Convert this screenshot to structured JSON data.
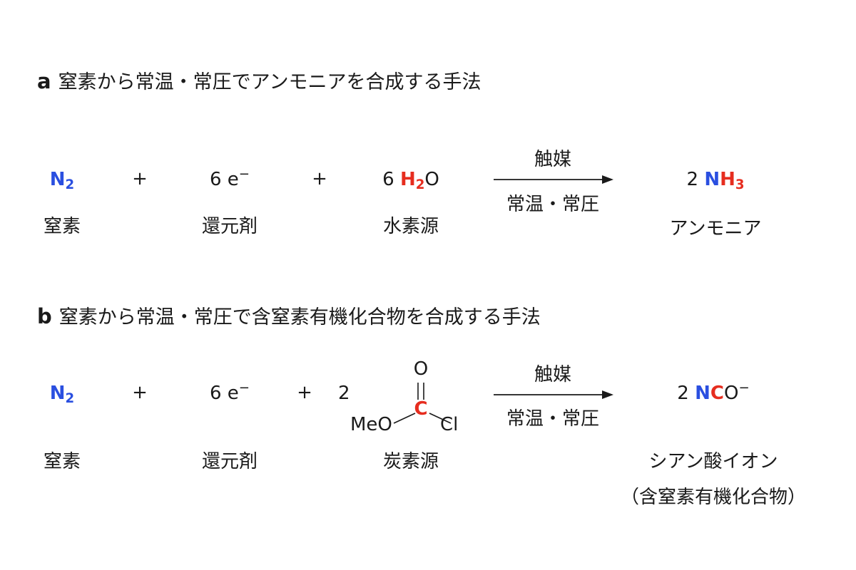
{
  "colors": {
    "nitrogen": "#2a4fe0",
    "highlight": "#e62d1f",
    "text": "#1a1a1a"
  },
  "panel_a": {
    "letter": "a",
    "title": "窒素から常温・常圧でアンモニアを合成する手法",
    "n2_coef": "",
    "n2_main": "N",
    "n2_sub": "2",
    "n2_label": "窒素",
    "plus": "+",
    "electron_coef": "6 e",
    "electron_sup": "−",
    "electron_label": "還元剤",
    "water_coef": "6",
    "water_h": "H",
    "water_sub": "2",
    "water_o": "O",
    "water_label": "水素源",
    "arrow_top": "触媒",
    "arrow_bottom": "常温・常圧",
    "product_coef": "2",
    "product_n": "N",
    "product_h": "H",
    "product_sub": "3",
    "product_label": "アンモニア"
  },
  "panel_b": {
    "letter": "b",
    "title": "窒素から常温・常圧で含窒素有機化合物を合成する手法",
    "n2_main": "N",
    "n2_sub": "2",
    "n2_label": "窒素",
    "plus": "+",
    "electron_coef": "6 e",
    "electron_sup": "−",
    "electron_label": "還元剤",
    "reagent_coef": "2",
    "atom_o": "O",
    "atom_c": "C",
    "atom_meo": "MeO",
    "atom_cl": "Cl",
    "reagent_label": "炭素源",
    "arrow_top": "触媒",
    "arrow_bottom": "常温・常圧",
    "product_coef": "2",
    "product_n": "N",
    "product_c": "C",
    "product_o": "O",
    "product_sup": "−",
    "product_label": "シアン酸イオン",
    "product_label2": "（含窒素有機化合物）"
  }
}
